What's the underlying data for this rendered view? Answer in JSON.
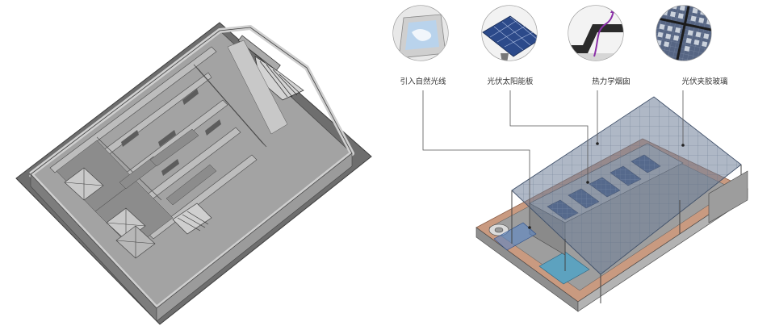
{
  "strategy_labels": [
    {
      "icon": "skylight-icon",
      "text": "引入自然光线"
    },
    {
      "icon": "solar-panel-icon",
      "text": "光伏太阳能板"
    },
    {
      "icon": "thermal-chimney-icon",
      "text": "热力学烟囱"
    },
    {
      "icon": "pv-laminated-glass-icon",
      "text": "光伏夹胶玻璃"
    }
  ],
  "colors": {
    "wall_gray": "#8f8f8f",
    "wall_top": "#bdbdbd",
    "floor_gray": "#9a9a9a",
    "roof_glass": "#6f7f96",
    "solar_blue": "#3a5288",
    "terracotta": "#c99a80",
    "leader_line": "#555555"
  }
}
